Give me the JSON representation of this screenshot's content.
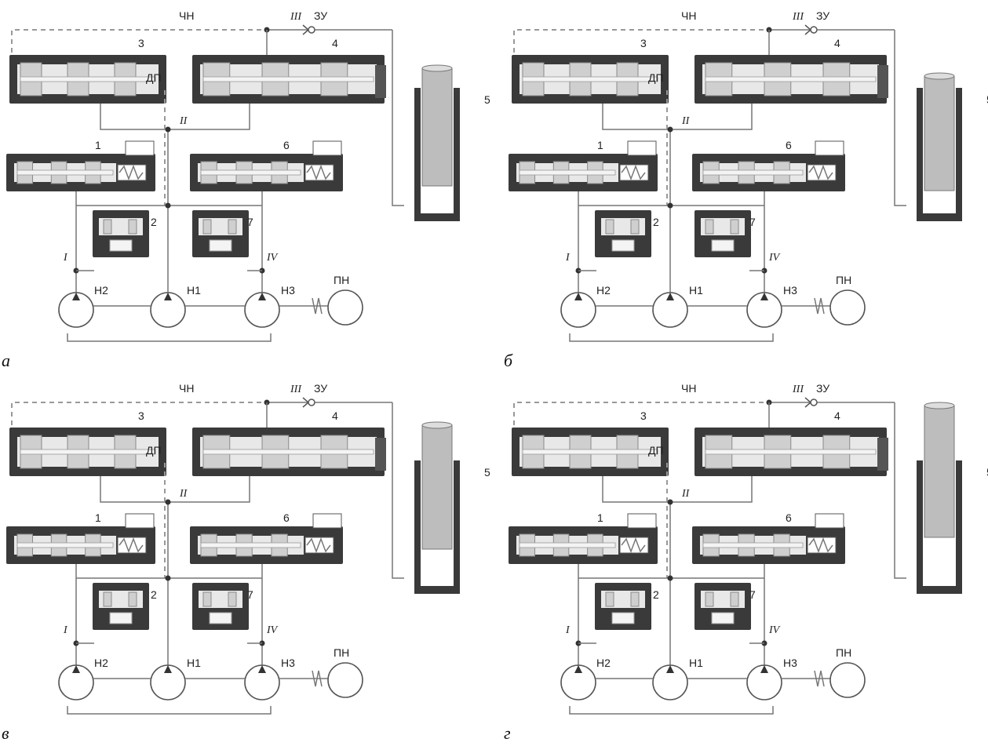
{
  "panels": [
    {
      "id": "a",
      "label": "а",
      "cyl_fill": 0.25
    },
    {
      "id": "b",
      "label": "б",
      "cyl_fill": 0.15
    },
    {
      "id": "v",
      "label": "в",
      "cyl_fill": 0.45
    },
    {
      "id": "g",
      "label": "г",
      "cyl_fill": 0.7
    }
  ],
  "labels": {
    "chn": "ЧН",
    "zu": "ЗУ",
    "dp": "ДП",
    "pn": "ПН",
    "n1": "Н1",
    "n2": "Н2",
    "n3": "Н3",
    "n_1": "1",
    "n_2": "2",
    "n_3": "3",
    "n_4": "4",
    "n_5": "5",
    "n_6": "6",
    "n_7": "7",
    "r1": "I",
    "r2": "II",
    "r3": "III",
    "r4": "IV"
  },
  "colors": {
    "body": "#3a3a3a",
    "line": "#777777",
    "accent": "#cfcfcf"
  }
}
